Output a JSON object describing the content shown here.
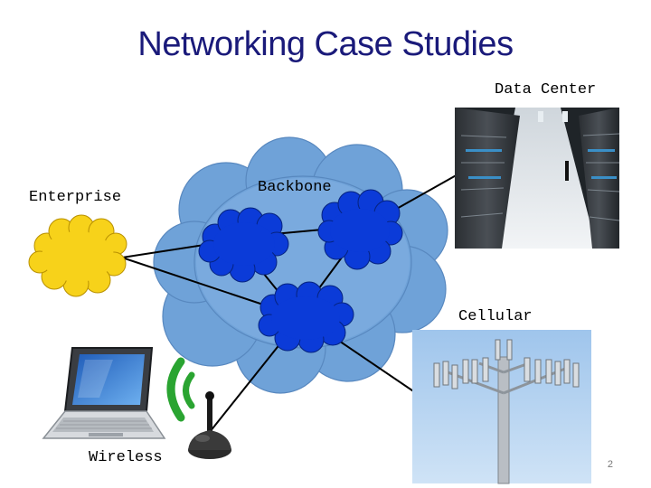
{
  "slide": {
    "title": "Networking Case Studies",
    "page_number": "2"
  },
  "labels": {
    "data_center": "Data Center",
    "enterprise": "Enterprise",
    "backbone": "Backbone",
    "cellular": "Cellular",
    "wireless": "Wireless"
  },
  "colors": {
    "title": "#1a1a7a",
    "backbone_cloud": "#6fa2d8",
    "router_cloud": "#0b3bd8",
    "enterprise_cloud": "#f7d21a",
    "link_line": "#000000"
  }
}
